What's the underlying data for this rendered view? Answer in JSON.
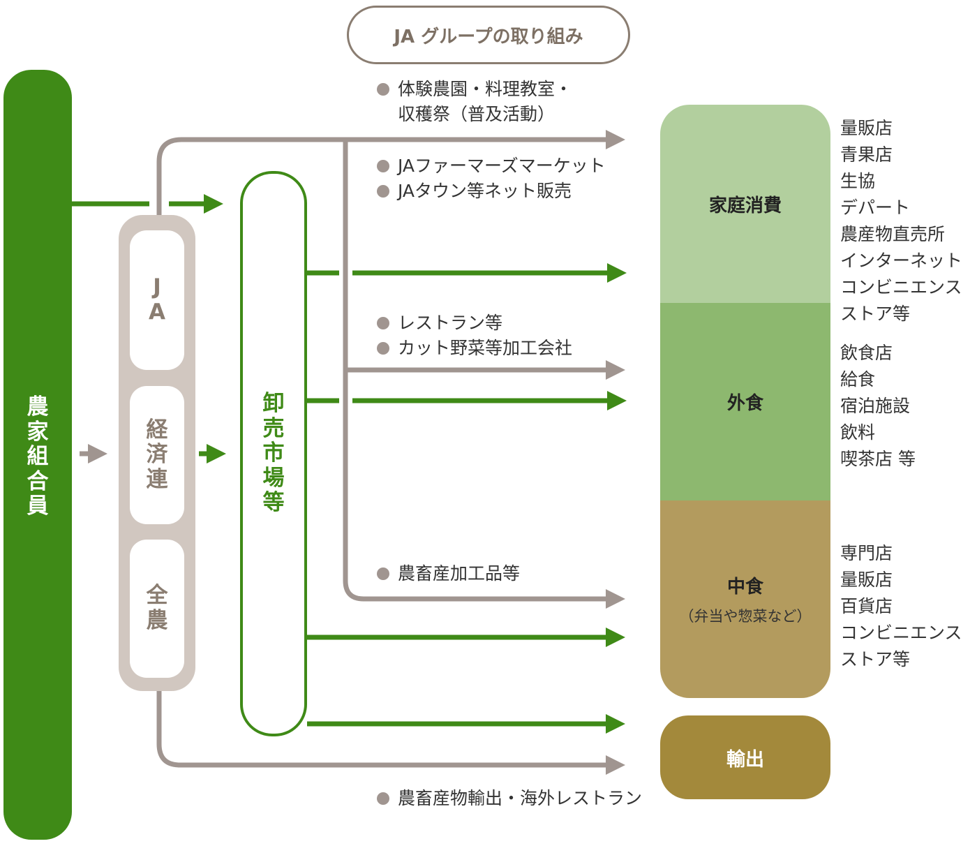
{
  "header": {
    "title": "JA グループの取り組み"
  },
  "farmers": {
    "label": "農家組合員"
  },
  "ja_group": {
    "ja": "JA",
    "keizairen": "経済連",
    "zennoh": "全農"
  },
  "market": {
    "label": "卸売市場等"
  },
  "activities": {
    "experience_line1": "体験農園・料理教室・",
    "experience_line2": "収穫祭（普及活動）",
    "farmers_market": "JAファーマーズマーケット",
    "town_net": "JAタウン等ネット販売",
    "restaurant": "レストラン等",
    "cut_vegetables": "カット野菜等加工会社",
    "livestock_processed": "農畜産加工品等",
    "export_restaurant": "農畜産物輸出・海外レストラン"
  },
  "destinations": {
    "home": "家庭消費",
    "dining_out": "外食",
    "nakashoku": "中食",
    "nakashoku_sub": "（弁当や惣菜など）",
    "export": "輸出"
  },
  "outlets": {
    "home": [
      "量販店",
      "青果店",
      "生協",
      "デパート",
      "農産物直売所",
      "インターネット",
      "コンビニエンス",
      "ストア等"
    ],
    "dining_out": [
      "飲食店",
      "給食",
      "宿泊施設",
      "飲料",
      "喫茶店 等"
    ],
    "nakashoku": [
      "専門店",
      "量販店",
      "百貨店",
      "コンビニエンス",
      "ストア等"
    ]
  },
  "colors": {
    "green": "#3f8a17",
    "taupe": "#a09590",
    "home": "#b2cf9e",
    "dining_out": "#8db86f",
    "nakashoku": "#b39b5e",
    "export": "#a3893b"
  }
}
